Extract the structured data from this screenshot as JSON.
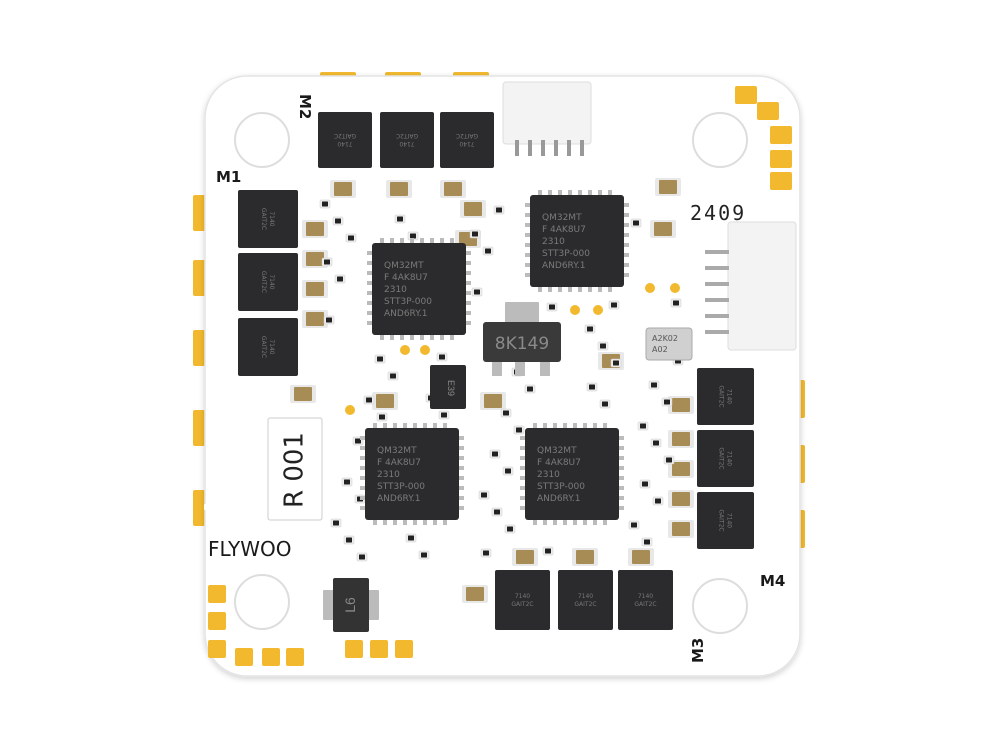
{
  "board": {
    "brand": "FLYWOO",
    "serial_label": "R 001",
    "date_code": "2409",
    "motor_labels": [
      "M1",
      "M2",
      "M3",
      "M4"
    ],
    "mcu_marking": [
      "QM32MT",
      "F 4AK8U7",
      "2310",
      "STT3P-000",
      "AND6RY.1"
    ],
    "regulator_marking": "8K149",
    "sensor_marking": [
      "A2K02",
      "A02"
    ],
    "small_ic_marking": "E39",
    "diode_marking": "L6",
    "mosfet_marking": [
      "7140",
      "GAIT2C"
    ]
  },
  "colors": {
    "pad": "#f2b92e",
    "board": "#ffffff",
    "chip": "#2b2b2d",
    "cap": "#a88c55"
  }
}
